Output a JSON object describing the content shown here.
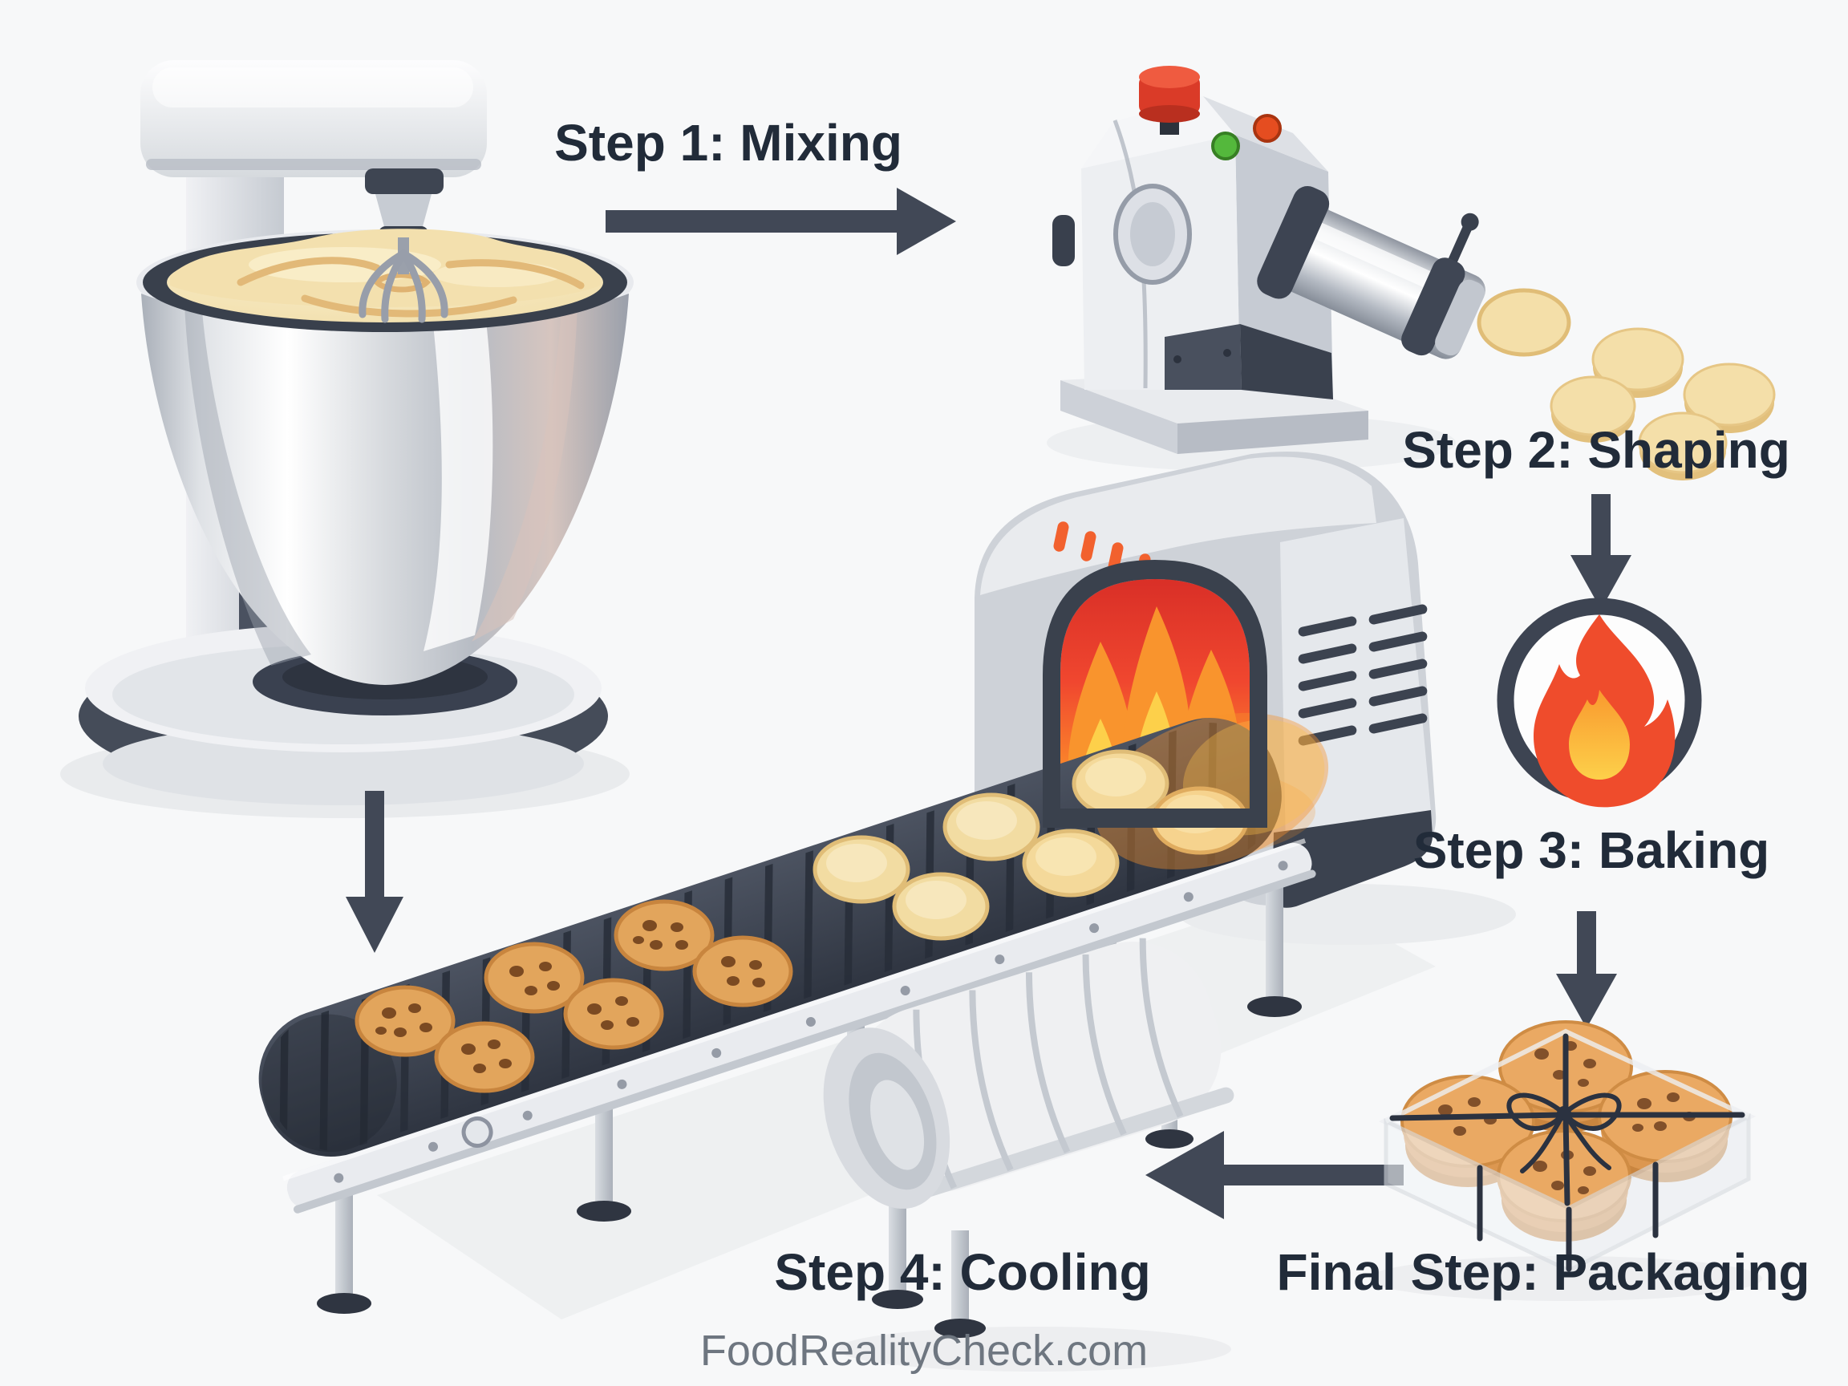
{
  "watermark": "FoodRealityCheck.com",
  "steps": [
    {
      "id": "mixing",
      "label": "Step 1: Mixing",
      "illustration": "stand-mixer-with-dough"
    },
    {
      "id": "shaping",
      "label": "Step 2: Shaping",
      "illustration": "dough-extruder-machine"
    },
    {
      "id": "baking",
      "label": "Step 3: Baking",
      "illustration": "flame-icon"
    },
    {
      "id": "cooling",
      "label": "Step 4: Cooling",
      "illustration": "cooling-tunnel"
    },
    {
      "id": "packaging",
      "label": "Final Step: Packaging",
      "illustration": "cookie-gift-box"
    }
  ],
  "scene": {
    "conveyor": "conveyor-belt-with-cookies",
    "oven": "tunnel-oven-with-flames",
    "icons": {
      "baking": "flame-icon"
    }
  },
  "arrows": [
    {
      "from": "mixing",
      "to": "shaping",
      "direction": "right"
    },
    {
      "from": "mixing",
      "to": "conveyor",
      "direction": "down"
    },
    {
      "from": "shaping",
      "to": "baking",
      "direction": "down"
    },
    {
      "from": "baking",
      "to": "packaging",
      "direction": "down"
    },
    {
      "from": "packaging",
      "to": "cooling",
      "direction": "left"
    }
  ],
  "colors": {
    "background": "#f7f8f9",
    "label_text": "#212b39",
    "watermark_text": "#6e7680",
    "arrow": "#414856",
    "flame_red": "#ef4c2c",
    "flame_orange": "#f9942d",
    "flame_yellow": "#fdd04a",
    "oven_glow": "#f0472f",
    "dough_cream": "#f2dfad",
    "raw_disc": "#f2dca2",
    "baked_cookie": "#e2a55c",
    "machine_light": "#eceef0",
    "machine_mid": "#c9cdd4",
    "machine_dark": "#3d4452",
    "button_red": "#da3b28",
    "light_green": "#54b83c",
    "light_red": "#e54d20"
  }
}
